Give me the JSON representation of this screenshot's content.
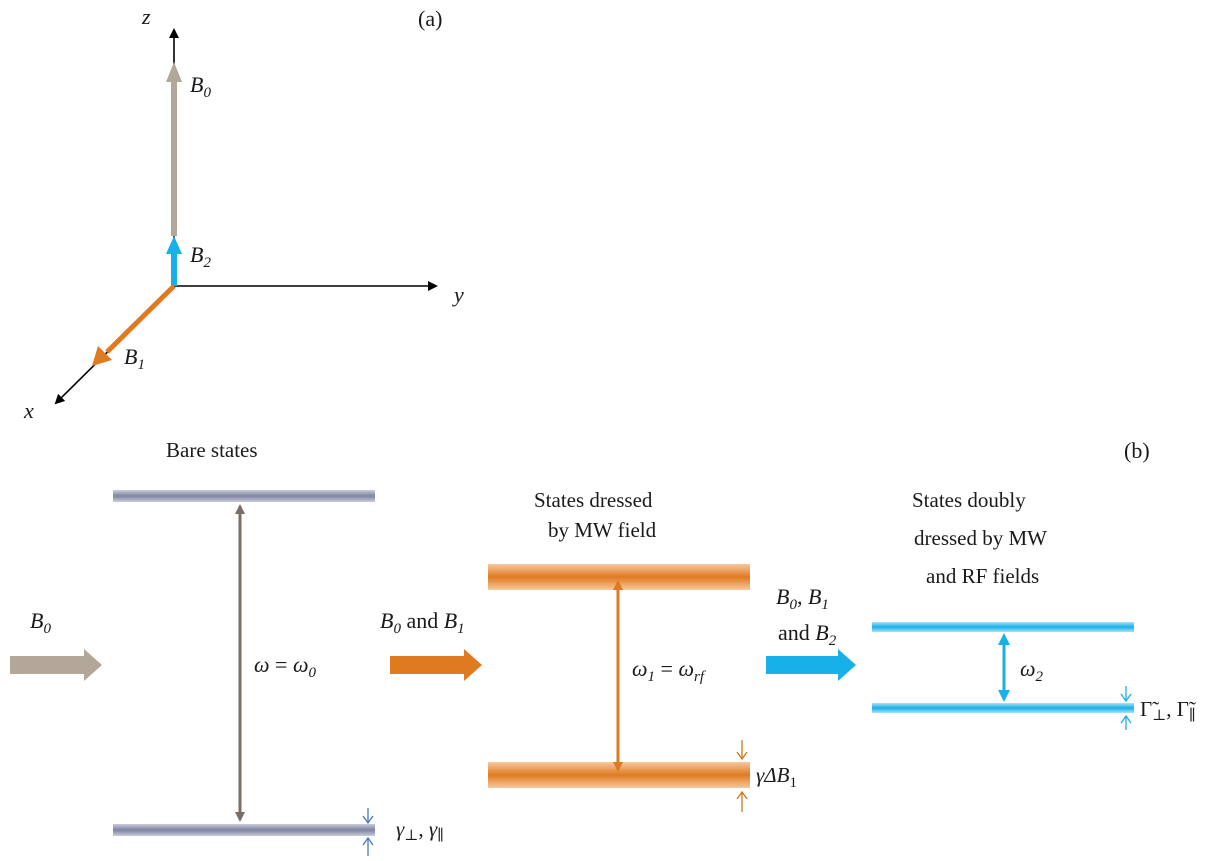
{
  "panel_a": {
    "label": "(a)",
    "axes": {
      "z": "z",
      "y": "y",
      "x": "x"
    },
    "vectors": {
      "b0": {
        "sym": "B",
        "sub": "0"
      },
      "b2": {
        "sym": "B",
        "sub": "2"
      },
      "b1": {
        "sym": "B",
        "sub": "1"
      }
    }
  },
  "panel_b": {
    "label": "(b)",
    "stage1": {
      "title": "Bare states",
      "input_sym": "B",
      "input_sub": "0",
      "transition": {
        "lhs": "ω",
        "eq": " = ",
        "rhs": "ω",
        "rhs_sub": "0"
      },
      "width": {
        "g1": "γ",
        "g1_sub": "⊥",
        "sep": ", ",
        "g2": "γ",
        "g2_sub": "∥"
      }
    },
    "stage2": {
      "title_line1": "States dressed",
      "title_line2": "by MW field",
      "input": {
        "s1": "B",
        "s1_sub": "0",
        "and": " and ",
        "s2": "B",
        "s2_sub": "1"
      },
      "transition": {
        "lhs": "ω",
        "lhs_sub": "1",
        "eq": " = ",
        "rhs": "ω",
        "rhs_sub": "rf"
      },
      "width": {
        "sym": "γΔB",
        "sub": "1"
      }
    },
    "stage3": {
      "title_line1": "States doubly",
      "title_line2": "dressed by MW",
      "title_line3": "and RF fields",
      "input_line1": {
        "s1": "B",
        "s1_sub": "0",
        "sep": ", ",
        "s2": "B",
        "s2_sub": "1"
      },
      "input_line2": {
        "and": "and ",
        "s3": "B",
        "s3_sub": "2"
      },
      "transition": {
        "sym": "ω",
        "sub": "2"
      },
      "width": {
        "g1": "Γ̃",
        "g1_sub": "⊥",
        "sep": ", ",
        "g2": "Γ̃",
        "g2_sub": "∥"
      }
    }
  },
  "colors": {
    "gray_arrow": "#b3a79a",
    "orange": "#e07a1f",
    "blue": "#18b0e8",
    "bare_level": "#8a8fa8",
    "dark": "#7a6e66"
  }
}
